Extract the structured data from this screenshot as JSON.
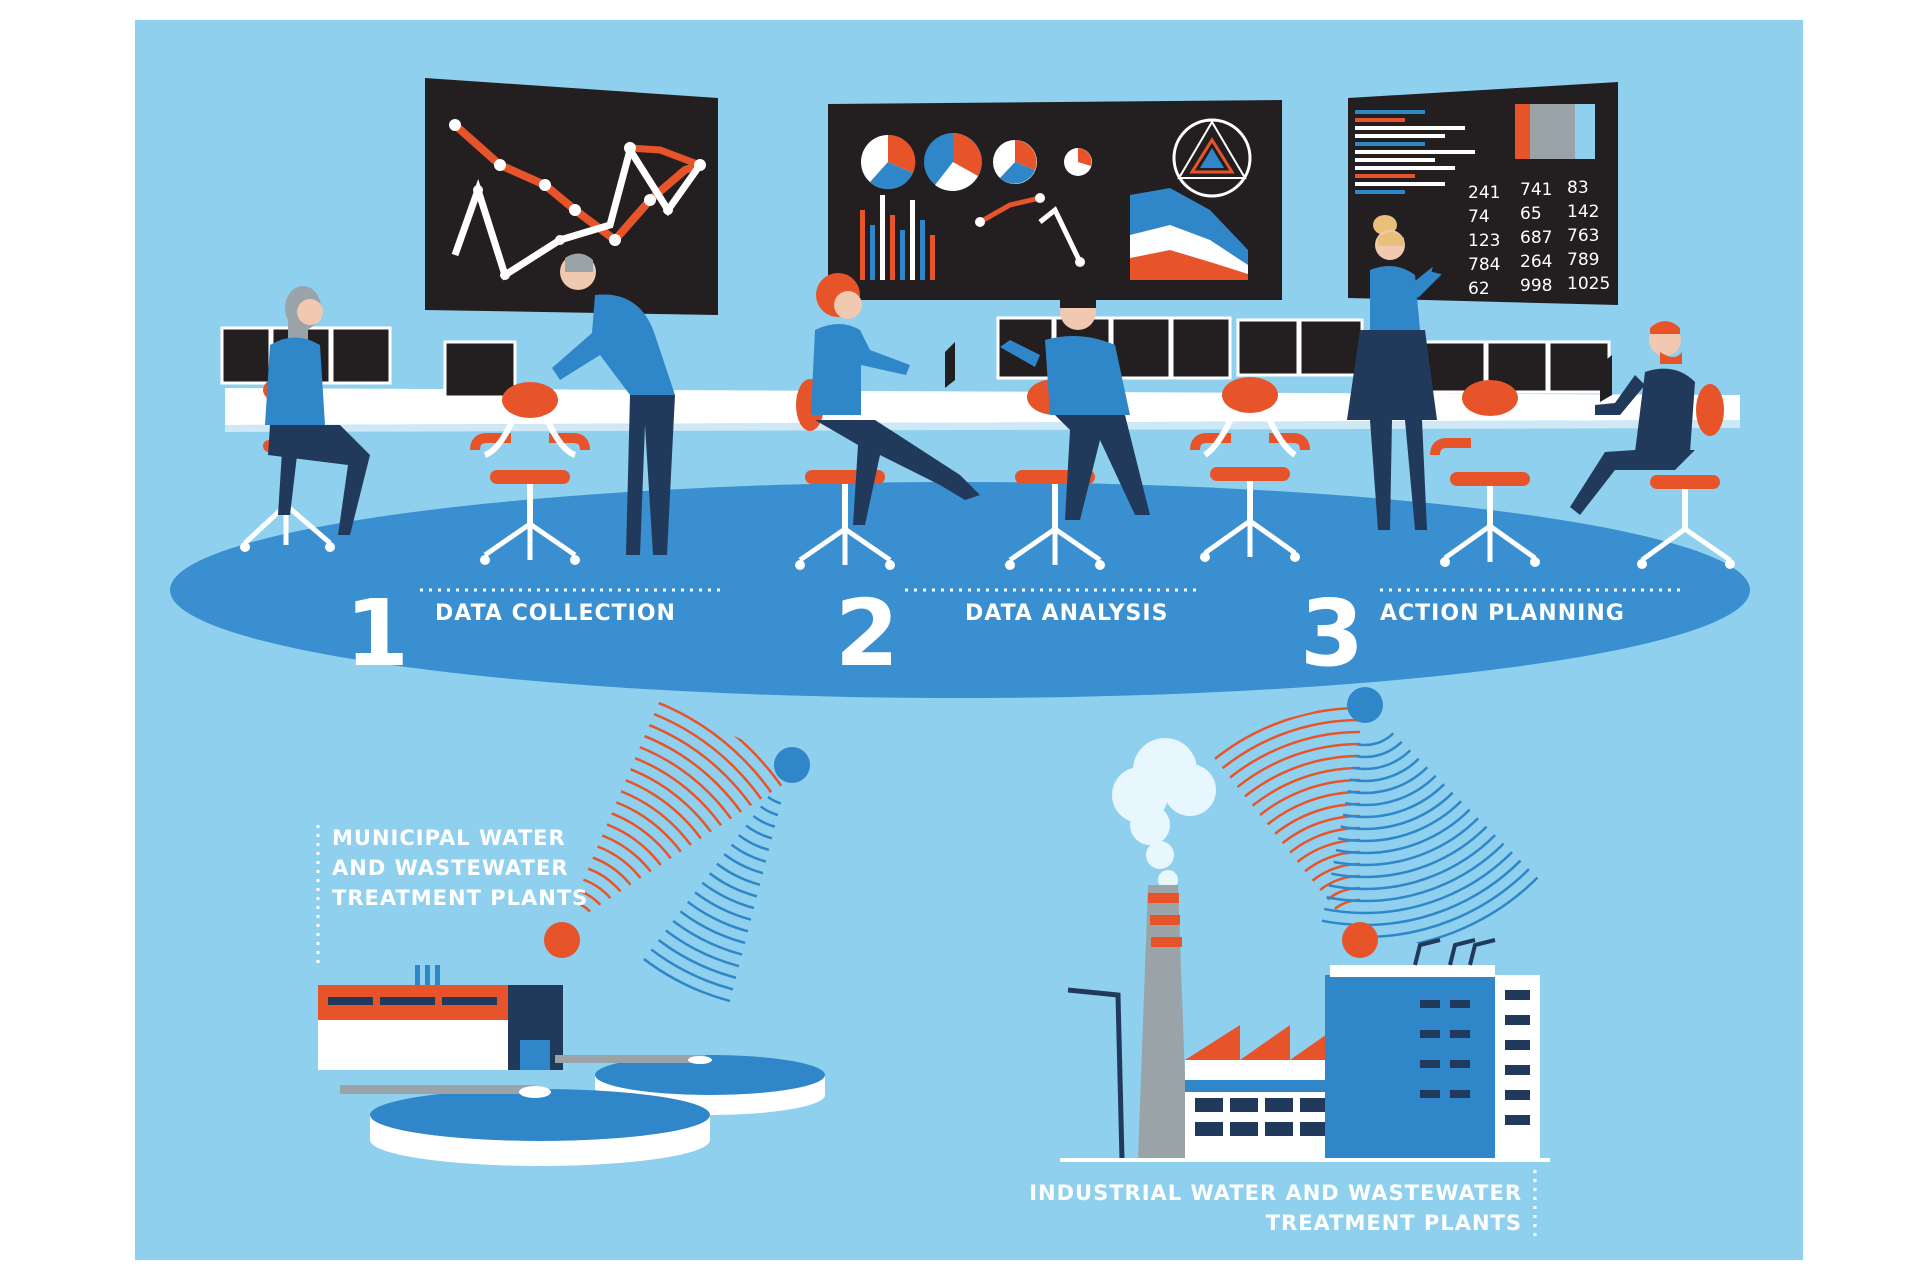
{
  "steps": [
    {
      "number": "1",
      "label": "DATA COLLECTION"
    },
    {
      "number": "2",
      "label": "DATA ANALYSIS"
    },
    {
      "number": "3",
      "label": "ACTION PLANNING"
    }
  ],
  "plants": {
    "municipal": {
      "lines": [
        "MUNICIPAL WATER",
        "AND WASTEWATER",
        "TREATMENT PLANTS"
      ]
    },
    "industrial": {
      "lines": [
        "INDUSTRIAL WATER AND WASTEWATER",
        "TREATMENT PLANTS"
      ]
    }
  },
  "screen3": {
    "numbers": [
      [
        "241",
        "741",
        "83"
      ],
      [
        "74",
        "65",
        "142"
      ],
      [
        "123",
        "687",
        "763"
      ],
      [
        "784",
        "264",
        "789"
      ],
      [
        "62",
        "998",
        "1025"
      ]
    ]
  },
  "colors": {
    "background": "#8fd0ee",
    "platform": "#3a8fd0",
    "screen": "#231f20",
    "accent_orange": "#e8542a",
    "accent_blue": "#2f86c8",
    "navy": "#213a5c",
    "white": "#ffffff"
  }
}
